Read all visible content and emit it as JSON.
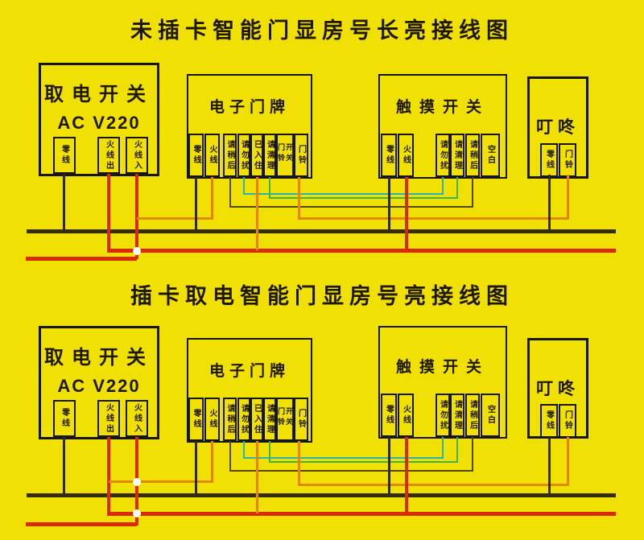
{
  "colors": {
    "background": "#F1E004",
    "box_border": "#161616",
    "text": "#1E1800",
    "neutral_wire": "#332D08",
    "live_wire": "#DC2A00",
    "signal_orange": "#E18A00",
    "signal_green": "#3CB54D",
    "signal_cyan": "#29B2AE",
    "signal_dark": "#4F4A0A",
    "junction_dot": "#FFFFFF"
  },
  "diagram_top": {
    "title": "未插卡智能门显房号长亮接线图",
    "power_switch": {
      "name": "取电开关",
      "voltage": "AC V220",
      "terminals": [
        "零线",
        "火线出",
        "火线入"
      ]
    },
    "door_plate": {
      "name": "电子门牌",
      "terminals": [
        "零线",
        "火线",
        "请稍后",
        "请勿扰",
        "已入住",
        "请清理",
        "门铃开关",
        "门铃"
      ]
    },
    "touch_switch": {
      "name": "触摸开关",
      "terminals": [
        "零线",
        "火线",
        "请勿扰",
        "请清理",
        "请稍后",
        "空白"
      ]
    },
    "doorbell": {
      "name": "叮咚",
      "terminals": [
        "零线",
        "门铃"
      ]
    }
  },
  "diagram_bottom": {
    "title": "插卡取电智能门显房号亮接线图",
    "power_switch": {
      "name": "取电开关",
      "voltage": "AC V220",
      "terminals": [
        "零线",
        "火线出",
        "火线入"
      ]
    },
    "door_plate": {
      "name": "电子门牌",
      "terminals": [
        "零线",
        "火线",
        "请稍后",
        "请勿扰",
        "已入住",
        "请清理",
        "门铃开关",
        "门铃"
      ]
    },
    "touch_switch": {
      "name": "触摸开关",
      "terminals": [
        "零线",
        "火线",
        "请勿扰",
        "请清理",
        "请稍后",
        "空白"
      ]
    },
    "doorbell": {
      "name": "叮咚",
      "terminals": [
        "零线",
        "门铃"
      ]
    }
  }
}
